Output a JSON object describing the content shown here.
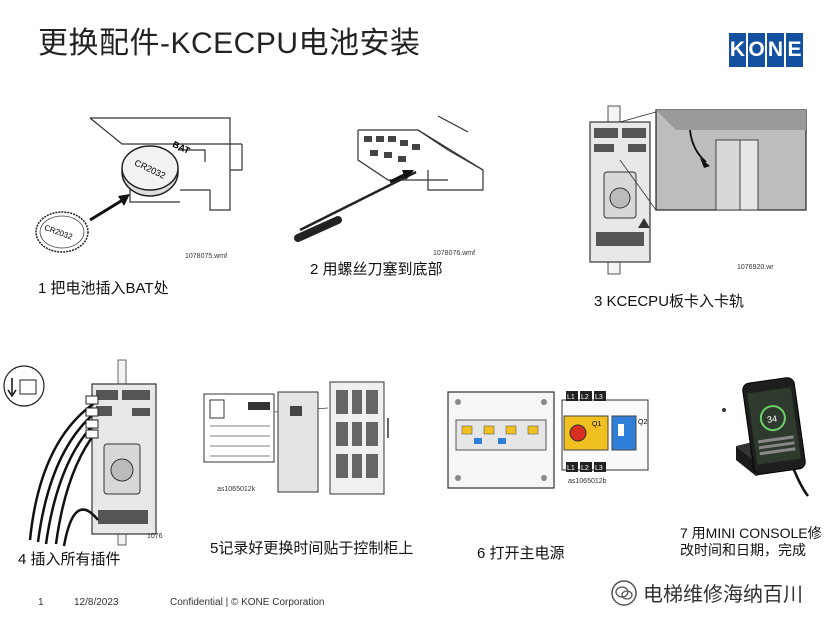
{
  "slide": {
    "title": "更换配件-KCECPU电池安装",
    "logo_letters": [
      "K",
      "O",
      "N",
      "E"
    ]
  },
  "steps": [
    {
      "caption": "1 把电池插入BAT处",
      "file_label": "1078075.wmf",
      "battery_marking": "CR2032",
      "slot_marking": "BAT"
    },
    {
      "caption": "2 用螺丝刀塞到底部",
      "file_label": "1078076.wmf"
    },
    {
      "caption": "3 KCECPU板卡入卡轨",
      "file_label": "1076920.wr"
    },
    {
      "caption": "4 插入所有插件",
      "file_label": "1076"
    },
    {
      "caption": "5记录好更换时间贴于控制柜上",
      "file_label": "as1065012k"
    },
    {
      "caption": "6 打开主电源",
      "file_label": "as1065012b",
      "breaker_labels": [
        "L1",
        "L2",
        "L3"
      ],
      "switch_labels": [
        "Q1",
        "Q2"
      ]
    },
    {
      "caption": "7 用MINI CONSOLE修改时间和日期，完成",
      "phone_value": "34"
    }
  ],
  "footer": {
    "page": "1",
    "date": "12/8/2023",
    "notice": "Confidential  |  © KONE Corporation"
  },
  "watermark": {
    "text": "电梯维修海纳百川"
  },
  "colors": {
    "logo_blue": "#1450a0",
    "text": "#111111",
    "line_gray": "#555555",
    "breaker_yellow": "#f0c020",
    "switch_red": "#d83020",
    "breaker_blue": "#2f7fd8"
  }
}
